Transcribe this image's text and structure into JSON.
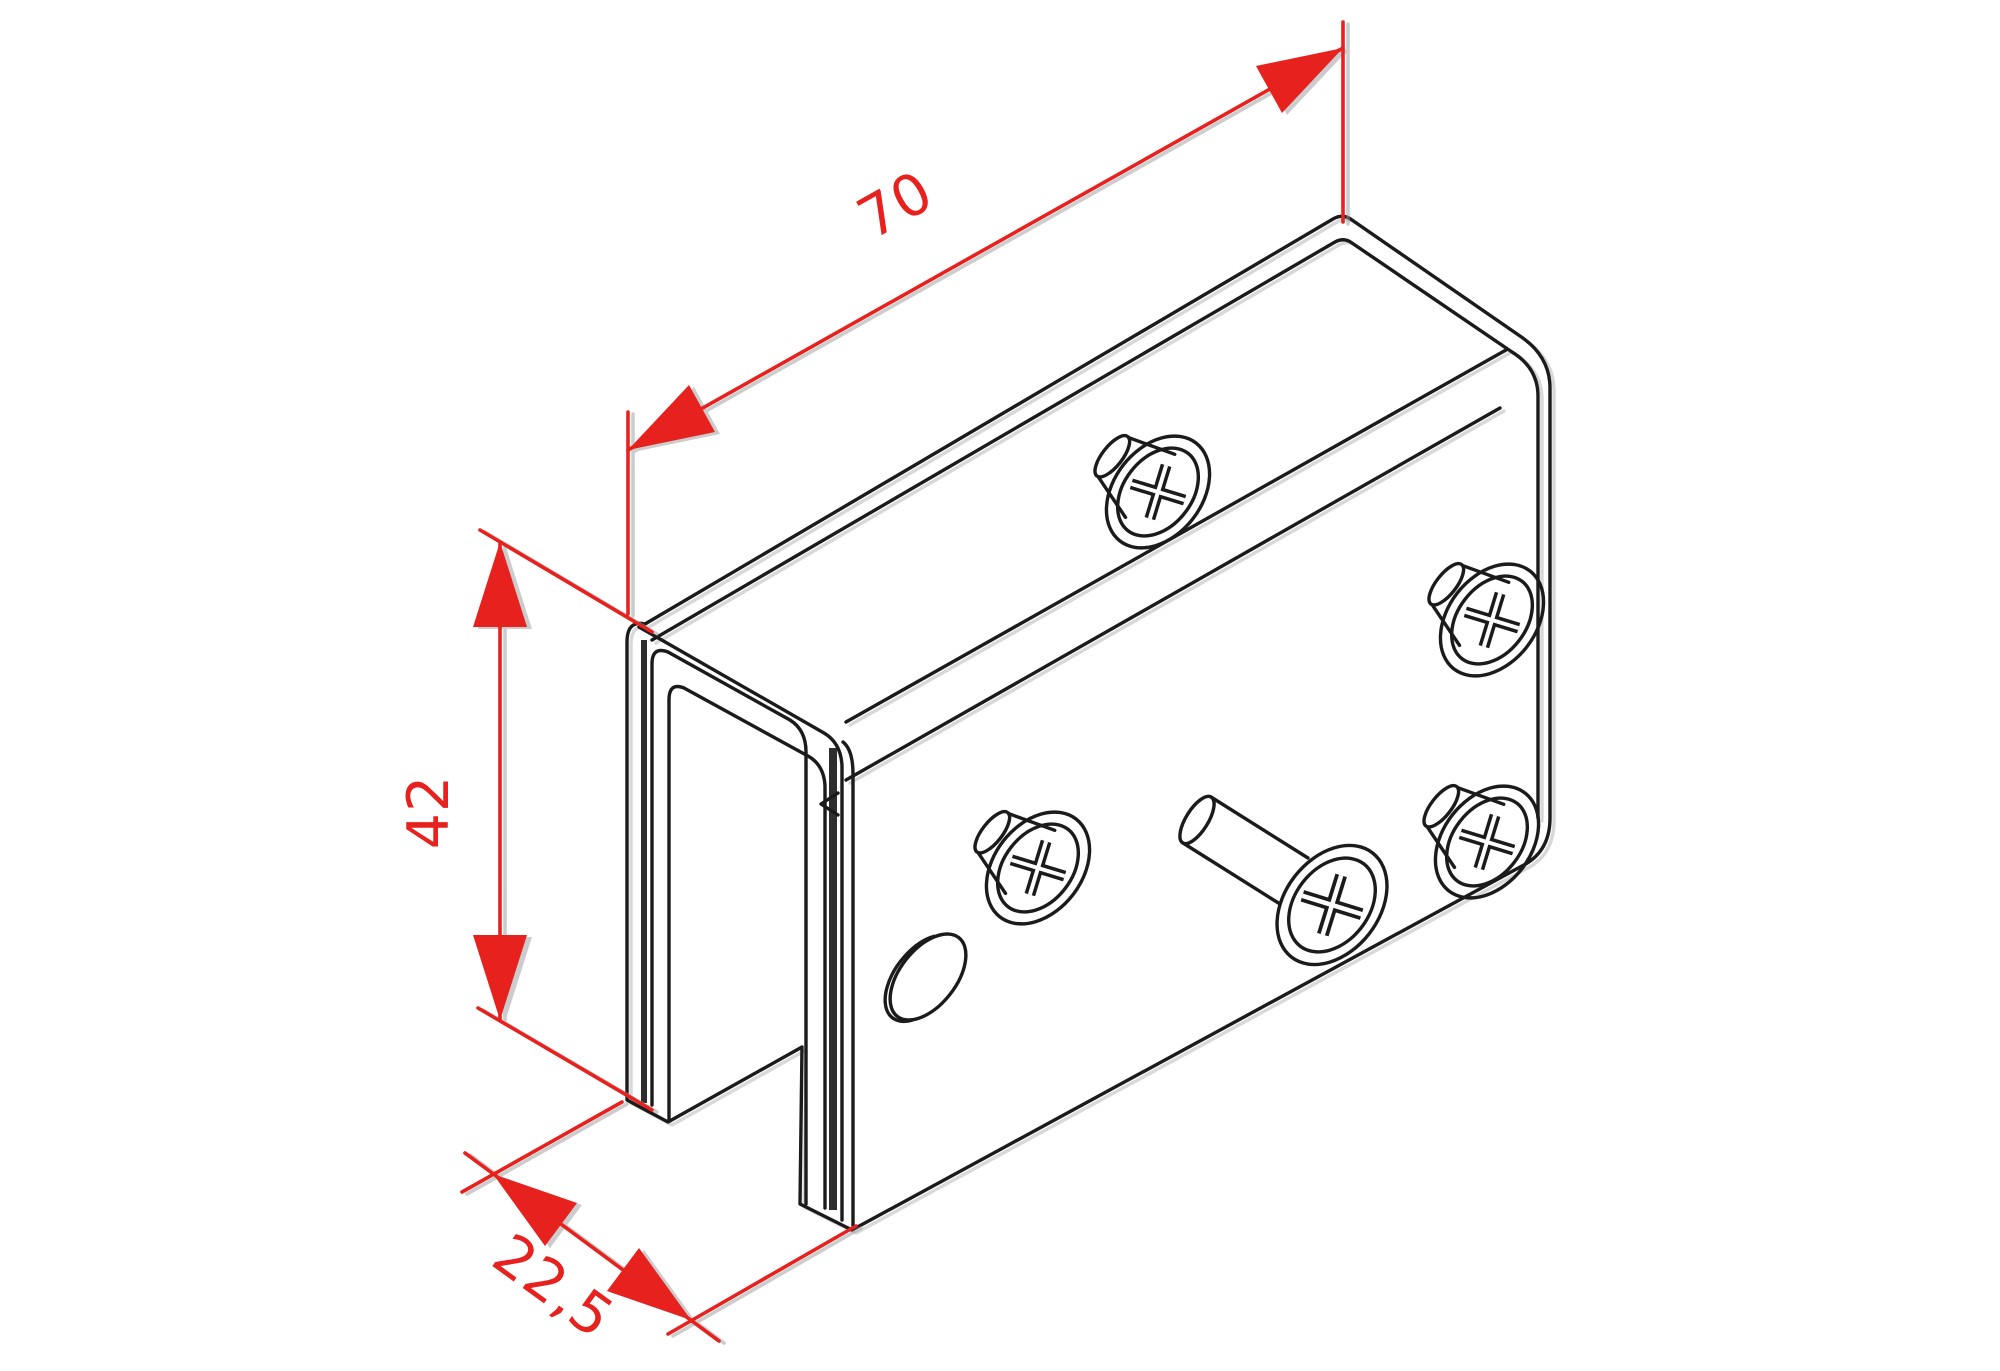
{
  "drawing": {
    "type": "isometric-technical-drawing",
    "part": "glass-clamp-block-with-screws",
    "dimensions": {
      "length": {
        "label": "70"
      },
      "height": {
        "label": "42"
      },
      "width": {
        "label": "22,5"
      }
    },
    "colors": {
      "dimension": "#e7211e",
      "line": "#1b1b1b",
      "background": "#ffffff"
    }
  }
}
